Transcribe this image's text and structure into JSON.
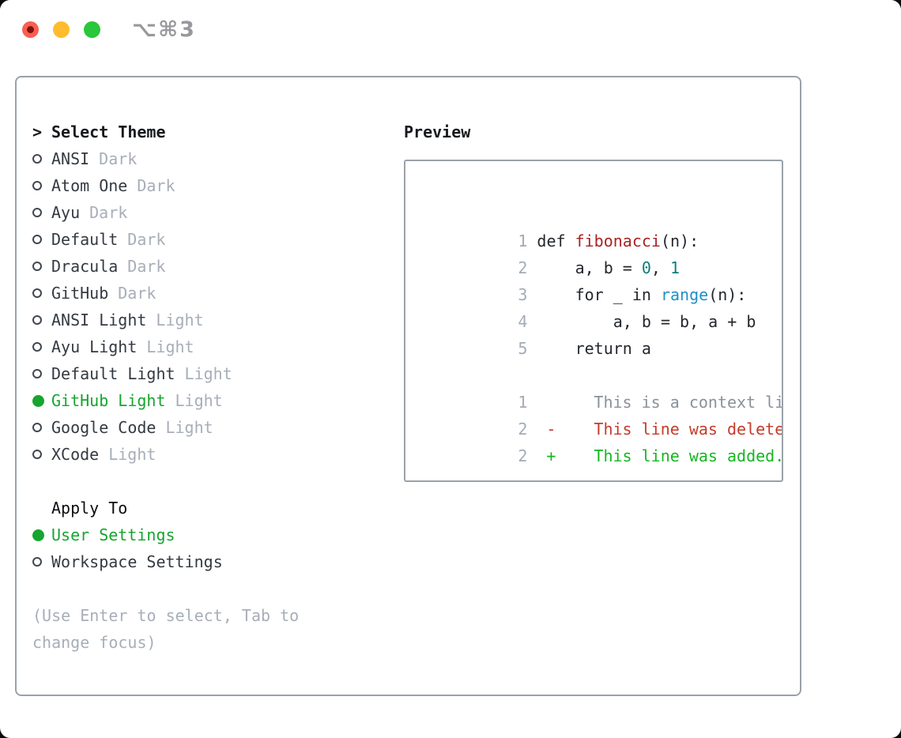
{
  "titlebar": {
    "shortcut": "⌥⌘3"
  },
  "theme_panel": {
    "prompt": ">",
    "title": "Select Theme",
    "items": [
      {
        "label": "ANSI",
        "variant": "Dark",
        "selected": false
      },
      {
        "label": "Atom One",
        "variant": "Dark",
        "selected": false
      },
      {
        "label": "Ayu",
        "variant": "Dark",
        "selected": false
      },
      {
        "label": "Default",
        "variant": "Dark",
        "selected": false
      },
      {
        "label": "Dracula",
        "variant": "Dark",
        "selected": false
      },
      {
        "label": "GitHub",
        "variant": "Dark",
        "selected": false
      },
      {
        "label": "ANSI Light",
        "variant": "Light",
        "selected": false
      },
      {
        "label": "Ayu Light",
        "variant": "Light",
        "selected": false
      },
      {
        "label": "Default Light",
        "variant": "Light",
        "selected": false
      },
      {
        "label": "GitHub Light",
        "variant": "Light",
        "selected": true
      },
      {
        "label": "Google Code",
        "variant": "Light",
        "selected": false
      },
      {
        "label": "XCode",
        "variant": "Light",
        "selected": false
      }
    ],
    "apply_to": {
      "title": "Apply To",
      "options": [
        {
          "label": "User Settings",
          "selected": true
        },
        {
          "label": "Workspace Settings",
          "selected": false
        }
      ]
    },
    "help_lines": [
      "(Use Enter to select, Tab to",
      "change focus)"
    ]
  },
  "preview": {
    "title": "Preview",
    "code": [
      {
        "num": "1",
        "segs": {
          "a": "def ",
          "b": "fibonacci",
          "c": "(n):"
        }
      },
      {
        "num": "2",
        "segs": {
          "a": "    a, b = ",
          "b": "0",
          "c": ", ",
          "d": "1"
        }
      },
      {
        "num": "3",
        "segs": {
          "a": "    for _ in ",
          "b": "range",
          "c": "(n):"
        }
      },
      {
        "num": "4",
        "segs": {
          "a": "        a, b = b, a + b"
        }
      },
      {
        "num": "5",
        "segs": {
          "a": "    return a"
        }
      }
    ],
    "diff": [
      {
        "num": "1",
        "marker": "",
        "text": "This is a context line."
      },
      {
        "num": "2",
        "marker": "-",
        "text": "This line was deleted."
      },
      {
        "num": "2",
        "marker": "+",
        "text": "This line was added."
      }
    ]
  },
  "colors": {
    "selected_green": "#16a52f",
    "added_green": "#16b622",
    "deleted_red": "#c53b2a",
    "context_gray": "#8b9199",
    "function_red": "#a82424",
    "number_teal": "#0e7d7b",
    "builtin_blue": "#1e8fc8",
    "line_number_gray": "#a3abb8",
    "muted_gray": "#a7aeb9",
    "border_gray": "#9aa1aa",
    "traffic_red": "#fb5e52",
    "traffic_yellow": "#fdbd2e",
    "traffic_green": "#28c73c"
  }
}
